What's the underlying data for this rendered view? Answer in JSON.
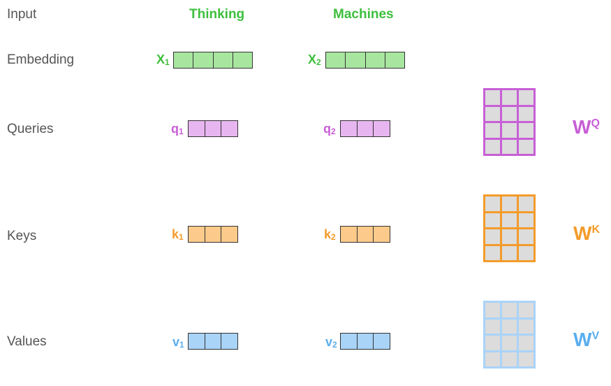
{
  "rows": {
    "input": "Input",
    "embedding": "Embedding",
    "queries": "Queries",
    "keys": "Keys",
    "values": "Values"
  },
  "words": [
    "Thinking",
    "Machines"
  ],
  "embeddings": [
    {
      "base": "X",
      "sub": "1"
    },
    {
      "base": "X",
      "sub": "2"
    }
  ],
  "queries": [
    {
      "base": "q",
      "sub": "1"
    },
    {
      "base": "q",
      "sub": "2"
    }
  ],
  "keys": [
    {
      "base": "k",
      "sub": "1"
    },
    {
      "base": "k",
      "sub": "2"
    }
  ],
  "values": [
    {
      "base": "v",
      "sub": "1"
    },
    {
      "base": "v",
      "sub": "2"
    }
  ],
  "weights": {
    "query": {
      "base": "W",
      "sup": "Q"
    },
    "key": {
      "base": "W",
      "sup": "K"
    },
    "value": {
      "base": "W",
      "sup": "V"
    }
  },
  "colors": {
    "green": "#3dbf3d",
    "green_fill": "#a8e6a0",
    "purple": "#c85fd6",
    "purple_fill": "#e7b5ef",
    "orange": "#f39b2b",
    "orange_fill": "#fcca8a",
    "blue": "#5aaeee",
    "blue_fill": "#a9d3f7",
    "label_gray": "#555555",
    "matrix_cell": "#dcdcdc"
  }
}
